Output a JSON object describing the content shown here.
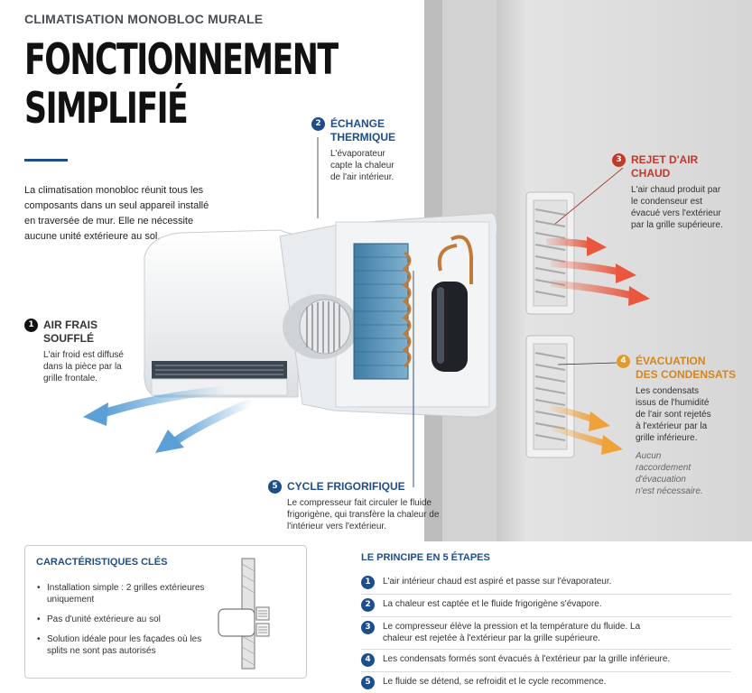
{
  "header": {
    "kicker": "CLIMATISATION MONOBLOC MURALE",
    "title_line1": "FONCTIONNEMENT",
    "title_line2": "SIMPLIFIÉ",
    "intro": "La climatisation monobloc réunit tous les composants dans un seul appareil installé en traversée de mur. Elle ne nécessite aucune unité extérieure au sol."
  },
  "callouts": {
    "c1": {
      "num": "1",
      "title_line1": "AIR FRAIS",
      "title_line2": "SOUFFLÉ",
      "text": "L'air froid est diffusé dans la pièce par la grille frontale.",
      "color": "#111111"
    },
    "c2": {
      "num": "2",
      "title_line1": "ÉCHANGE",
      "title_line2": "THERMIQUE",
      "text": "L'évaporateur capte la chaleur de l'air intérieur.",
      "color": "#1e4d8c"
    },
    "c3": {
      "num": "3",
      "title": "REJET D'AIR CHAUD",
      "text": "L'air chaud produit par le condenseur est évacué vers l'extérieur par la grille supérieure.",
      "color": "#c0392b"
    },
    "c4": {
      "num": "4",
      "title_line1": "ÉVACUATION",
      "title_line2": "DES CONDENSATS",
      "text": "Les condensats issus de l'humidité de l'air sont rejetés à l'extérieur par la grille inférieure.",
      "note": "Aucun raccordement d'évacuation n'est nécessaire.",
      "color": "#e19a2c"
    },
    "c5": {
      "num": "5",
      "title": "CYCLE FRIGORIFIQUE",
      "text": "Le compresseur fait circuler le fluide frigorigène, qui transfère la chaleur de l'intérieur vers l'extérieur.",
      "color": "#1e4d8c"
    }
  },
  "features": {
    "title": "CARACTÉRISTIQUES CLÉS",
    "items": [
      "Installation simple : 2 grilles extérieures uniquement",
      "Pas d'unité extérieure au sol",
      "Solution idéale pour les façades où les splits ne sont pas autorisés"
    ]
  },
  "steps": {
    "title": "LE PRINCIPE EN 5 ÉTAPES",
    "items": [
      {
        "num": "1",
        "text": "L'air intérieur chaud est aspiré et passe sur l'évaporateur."
      },
      {
        "num": "2",
        "text": "La chaleur est captée et le fluide frigorigène s'évapore."
      },
      {
        "num": "3",
        "text": "Le compresseur élève la pression et la température du fluide. La chaleur est rejetée à l'extérieur par la grille supérieure."
      },
      {
        "num": "4",
        "text": "Les condensats formés sont évacués à l'extérieur par la grille inférieure."
      },
      {
        "num": "5",
        "text": "Le fluide se détend, se refroidit et le cycle recommence."
      }
    ]
  },
  "colors": {
    "navy": "#1e4d8c",
    "red": "#c0392b",
    "orange": "#e19a2c",
    "cold_arrow": "#5aa0d6"
  }
}
